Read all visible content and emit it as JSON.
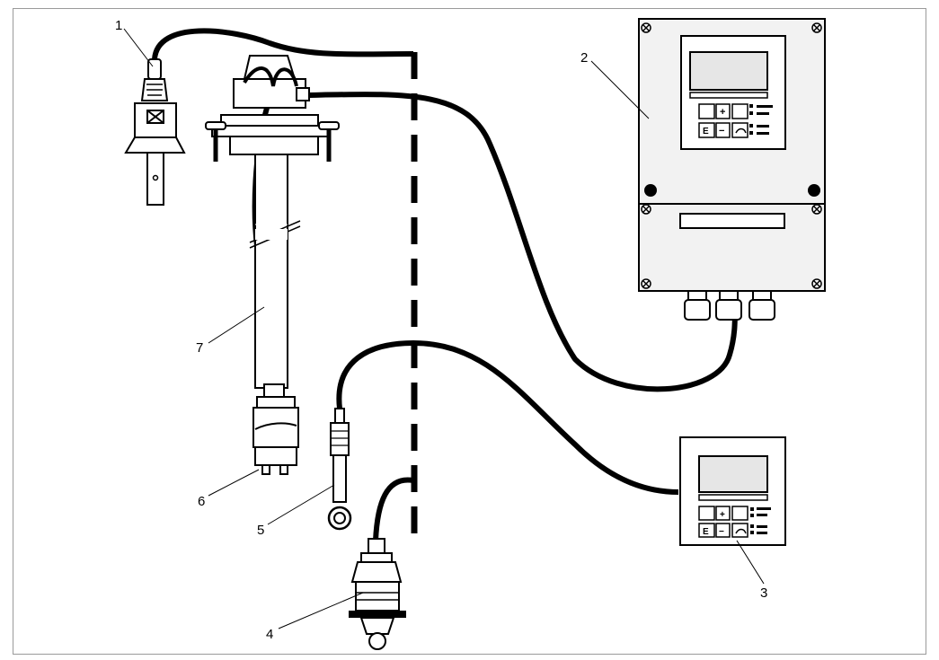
{
  "callouts": {
    "c1": "1",
    "c2": "2",
    "c3": "3",
    "c4": "4",
    "c5": "5",
    "c6": "6",
    "c7": "7"
  },
  "keys": {
    "enter": "E",
    "plus": "+",
    "minus": "−"
  },
  "colors": {
    "ink": "#000000",
    "frame": "#9a9a9a",
    "housing": "#f2f2f2",
    "screen": "#e6e6e6"
  }
}
